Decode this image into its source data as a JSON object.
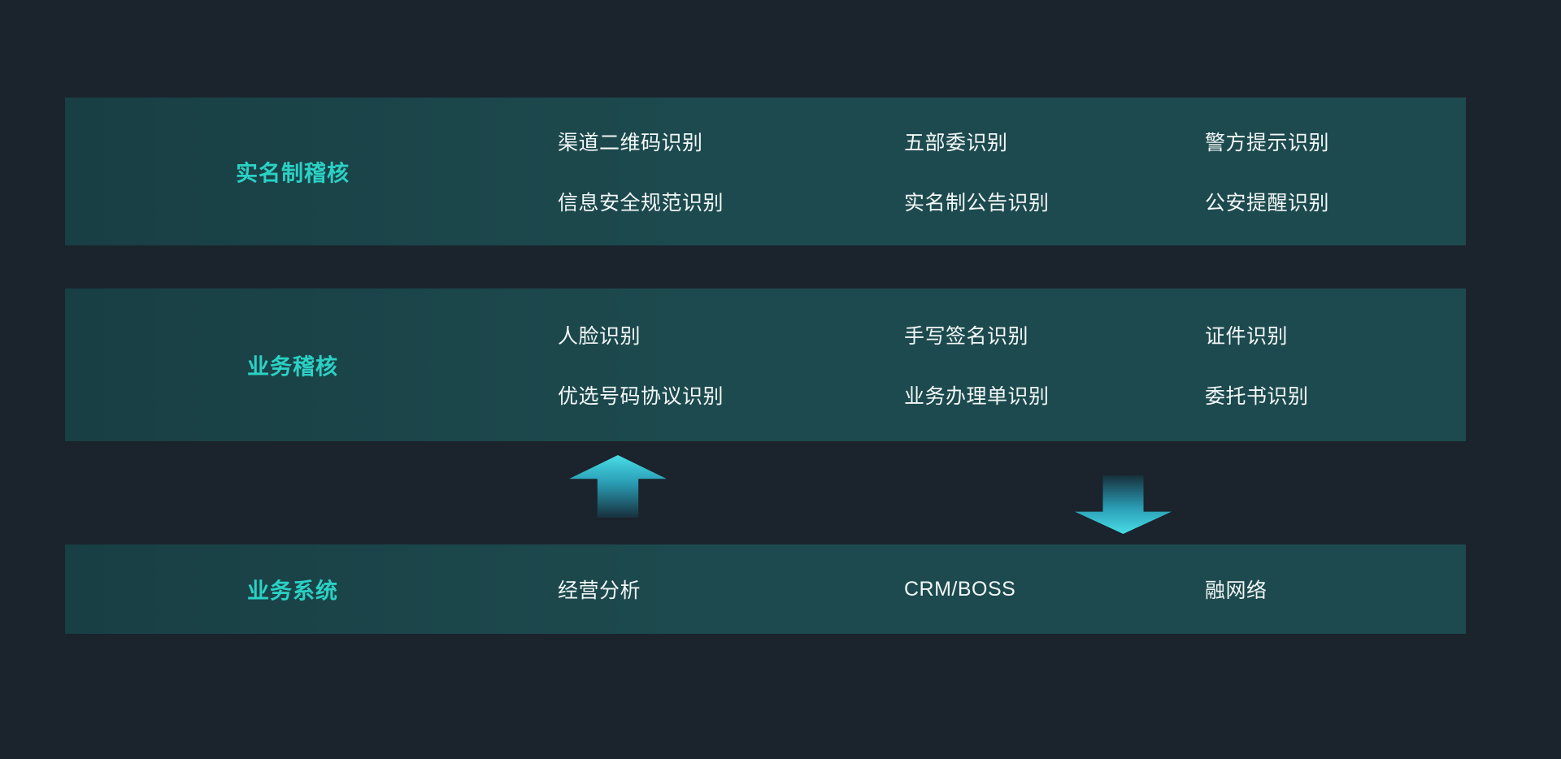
{
  "colors": {
    "background": "#1b232c",
    "band_teal": "#1d4a4e",
    "title_cyan": "#2bd1c4",
    "body_text": "#f2f7f7",
    "arrow_cyan": "#49dde7"
  },
  "rows": [
    {
      "title": "实名制稽核",
      "columns": [
        [
          "渠道二维码识别",
          "信息安全规范识别"
        ],
        [
          "五部委识别",
          "实名制公告识别"
        ],
        [
          "警方提示识别",
          "公安提醒识别"
        ]
      ]
    },
    {
      "title": "业务稽核",
      "columns": [
        [
          "人脸识别",
          "优选号码协议识别"
        ],
        [
          "手写签名识别",
          "业务办理单识别"
        ],
        [
          "证件识别",
          "委托书识别"
        ]
      ]
    },
    {
      "title": "业务系统",
      "columns": [
        [
          "经营分析"
        ],
        [
          "CRM/BOSS"
        ],
        [
          "融网络"
        ]
      ]
    }
  ],
  "icons": {
    "arrow_up": "arrow pointing up from business systems to audit layers",
    "arrow_down": "arrow pointing down from audit layers to business systems"
  }
}
